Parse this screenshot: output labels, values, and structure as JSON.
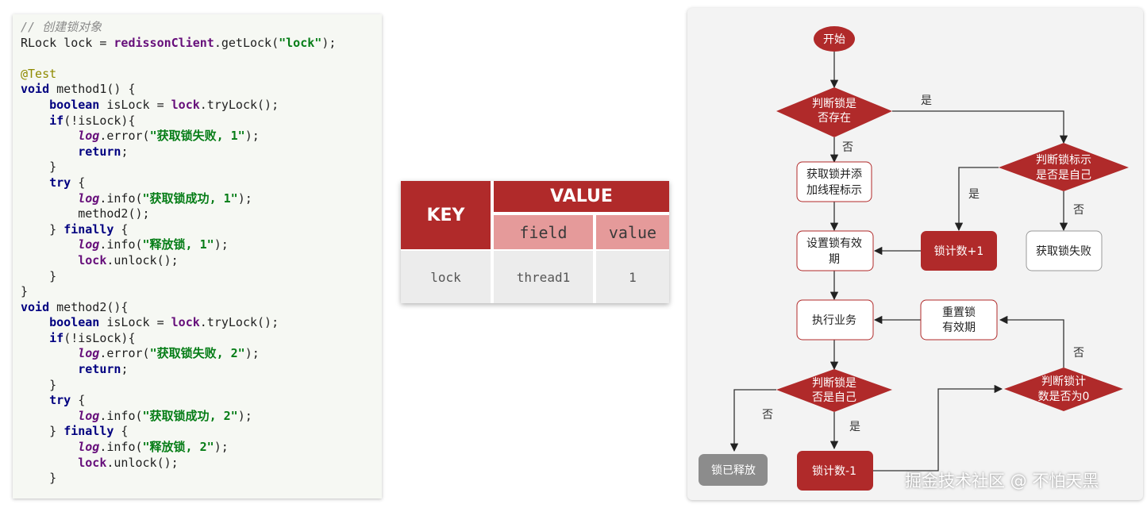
{
  "code": {
    "lines": [
      [
        {
          "t": "comment",
          "s": "// 创建锁对象"
        }
      ],
      [
        {
          "t": "plain",
          "s": "RLock lock = "
        },
        {
          "t": "field",
          "s": "redissonClient"
        },
        {
          "t": "plain",
          "s": ".getLock("
        },
        {
          "t": "str",
          "s": "\"lock\""
        },
        {
          "t": "plain",
          "s": ");"
        }
      ],
      [
        {
          "t": "plain",
          "s": ""
        }
      ],
      [
        {
          "t": "annot",
          "s": "@Test"
        }
      ],
      [
        {
          "t": "kw",
          "s": "void"
        },
        {
          "t": "plain",
          "s": " method1() {"
        }
      ],
      [
        {
          "t": "plain",
          "s": "    "
        },
        {
          "t": "kw",
          "s": "boolean"
        },
        {
          "t": "plain",
          "s": " isLock = "
        },
        {
          "t": "field",
          "s": "lock"
        },
        {
          "t": "plain",
          "s": ".tryLock();"
        }
      ],
      [
        {
          "t": "plain",
          "s": "    "
        },
        {
          "t": "kw",
          "s": "if"
        },
        {
          "t": "plain",
          "s": "(!isLock){"
        }
      ],
      [
        {
          "t": "plain",
          "s": "        "
        },
        {
          "t": "static",
          "s": "log"
        },
        {
          "t": "plain",
          "s": ".error("
        },
        {
          "t": "str",
          "s": "\"获取锁失败, 1\""
        },
        {
          "t": "plain",
          "s": ");"
        }
      ],
      [
        {
          "t": "plain",
          "s": "        "
        },
        {
          "t": "kw",
          "s": "return"
        },
        {
          "t": "plain",
          "s": ";"
        }
      ],
      [
        {
          "t": "plain",
          "s": "    }"
        }
      ],
      [
        {
          "t": "plain",
          "s": "    "
        },
        {
          "t": "kw",
          "s": "try"
        },
        {
          "t": "plain",
          "s": " {"
        }
      ],
      [
        {
          "t": "plain",
          "s": "        "
        },
        {
          "t": "static",
          "s": "log"
        },
        {
          "t": "plain",
          "s": ".info("
        },
        {
          "t": "str",
          "s": "\"获取锁成功, 1\""
        },
        {
          "t": "plain",
          "s": ");"
        }
      ],
      [
        {
          "t": "plain",
          "s": "        method2();"
        }
      ],
      [
        {
          "t": "plain",
          "s": "    } "
        },
        {
          "t": "kw",
          "s": "finally"
        },
        {
          "t": "plain",
          "s": " {"
        }
      ],
      [
        {
          "t": "plain",
          "s": "        "
        },
        {
          "t": "static",
          "s": "log"
        },
        {
          "t": "plain",
          "s": ".info("
        },
        {
          "t": "str",
          "s": "\"释放锁, 1\""
        },
        {
          "t": "plain",
          "s": ");"
        }
      ],
      [
        {
          "t": "plain",
          "s": "        "
        },
        {
          "t": "field",
          "s": "lock"
        },
        {
          "t": "plain",
          "s": ".unlock();"
        }
      ],
      [
        {
          "t": "plain",
          "s": "    }"
        }
      ],
      [
        {
          "t": "plain",
          "s": "}"
        }
      ],
      [
        {
          "t": "kw",
          "s": "void"
        },
        {
          "t": "plain",
          "s": " method2(){"
        }
      ],
      [
        {
          "t": "plain",
          "s": "    "
        },
        {
          "t": "kw",
          "s": "boolean"
        },
        {
          "t": "plain",
          "s": " isLock = "
        },
        {
          "t": "field",
          "s": "lock"
        },
        {
          "t": "plain",
          "s": ".tryLock();"
        }
      ],
      [
        {
          "t": "plain",
          "s": "    "
        },
        {
          "t": "kw",
          "s": "if"
        },
        {
          "t": "plain",
          "s": "(!isLock){"
        }
      ],
      [
        {
          "t": "plain",
          "s": "        "
        },
        {
          "t": "static",
          "s": "log"
        },
        {
          "t": "plain",
          "s": ".error("
        },
        {
          "t": "str",
          "s": "\"获取锁失败, 2\""
        },
        {
          "t": "plain",
          "s": ");"
        }
      ],
      [
        {
          "t": "plain",
          "s": "        "
        },
        {
          "t": "kw",
          "s": "return"
        },
        {
          "t": "plain",
          "s": ";"
        }
      ],
      [
        {
          "t": "plain",
          "s": "    }"
        }
      ],
      [
        {
          "t": "plain",
          "s": "    "
        },
        {
          "t": "kw",
          "s": "try"
        },
        {
          "t": "plain",
          "s": " {"
        }
      ],
      [
        {
          "t": "plain",
          "s": "        "
        },
        {
          "t": "static",
          "s": "log"
        },
        {
          "t": "plain",
          "s": ".info("
        },
        {
          "t": "str",
          "s": "\"获取锁成功, 2\""
        },
        {
          "t": "plain",
          "s": ");"
        }
      ],
      [
        {
          "t": "plain",
          "s": "    } "
        },
        {
          "t": "kw",
          "s": "finally"
        },
        {
          "t": "plain",
          "s": " {"
        }
      ],
      [
        {
          "t": "plain",
          "s": "        "
        },
        {
          "t": "static",
          "s": "log"
        },
        {
          "t": "plain",
          "s": ".info("
        },
        {
          "t": "str",
          "s": "\"释放锁, 2\""
        },
        {
          "t": "plain",
          "s": ");"
        }
      ],
      [
        {
          "t": "plain",
          "s": "        "
        },
        {
          "t": "field",
          "s": "lock"
        },
        {
          "t": "plain",
          "s": ".unlock();"
        }
      ],
      [
        {
          "t": "plain",
          "s": "    }"
        }
      ]
    ]
  },
  "table": {
    "key_header": "KEY",
    "value_header": "VALUE",
    "field_header": "field",
    "value_sub_header": "value",
    "row_key": "lock",
    "row_field": "thread1",
    "row_value": "1"
  },
  "flow": {
    "nodes": {
      "start": "开始",
      "exists": [
        "判断锁是",
        "否存在"
      ],
      "acquire": [
        "获取锁并添",
        "加线程标示"
      ],
      "is_self": [
        "判断锁标示",
        "是否是自己"
      ],
      "set_expire": [
        "设置锁有效",
        "期"
      ],
      "count_plus": "锁计数+1",
      "fail": "获取锁失败",
      "execute": "执行业务",
      "reset_expire": [
        "重置锁",
        "有效期"
      ],
      "is_self_2": [
        "判断锁是",
        "否是自己"
      ],
      "count_zero": [
        "判断锁计",
        "数是否为0"
      ],
      "released": "锁已释放",
      "count_minus": "锁计数-1"
    },
    "labels": {
      "yes": "是",
      "no": "否"
    }
  },
  "watermark": "掘金技术社区 @ 不怕天黑",
  "colors": {
    "accent_red": "#b02a2a",
    "released_gray": "#8c8c8c"
  }
}
